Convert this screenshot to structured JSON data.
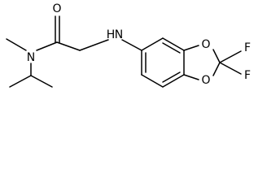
{
  "structure": {
    "atoms": {
      "oxygen_carbonyl": "O",
      "nitrogen_amide": "N",
      "nitrogen_amine": "N",
      "hydrogen_amine": "H",
      "oxygen_ring_top": "O",
      "oxygen_ring_bottom": "O",
      "fluorine_1": "F",
      "fluorine_2": "F"
    },
    "colors": {
      "bond": "#000000",
      "label": "#000000",
      "background": "#ffffff"
    }
  }
}
